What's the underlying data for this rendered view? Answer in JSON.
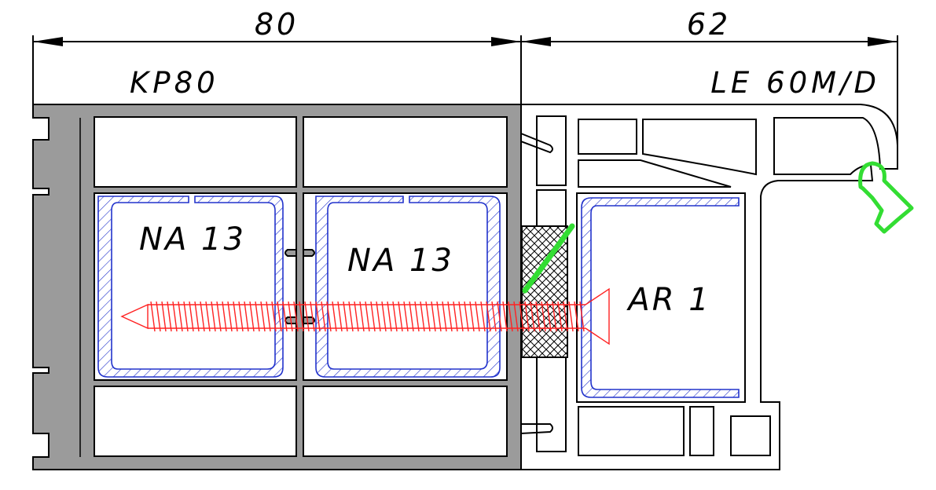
{
  "dimensions": {
    "left_width": "80",
    "right_width": "62"
  },
  "profiles": {
    "left_name": "KP80",
    "right_name": "LE 60M/D"
  },
  "inserts": {
    "left_1": "NA 13",
    "left_2": "NA 13",
    "right": "AR 1"
  },
  "colors": {
    "profile_fill": "#9b9b9b",
    "outline": "#000000",
    "reinforcement": "#2233cc",
    "screw": "#ff2222",
    "gasket": "#33dd33"
  }
}
